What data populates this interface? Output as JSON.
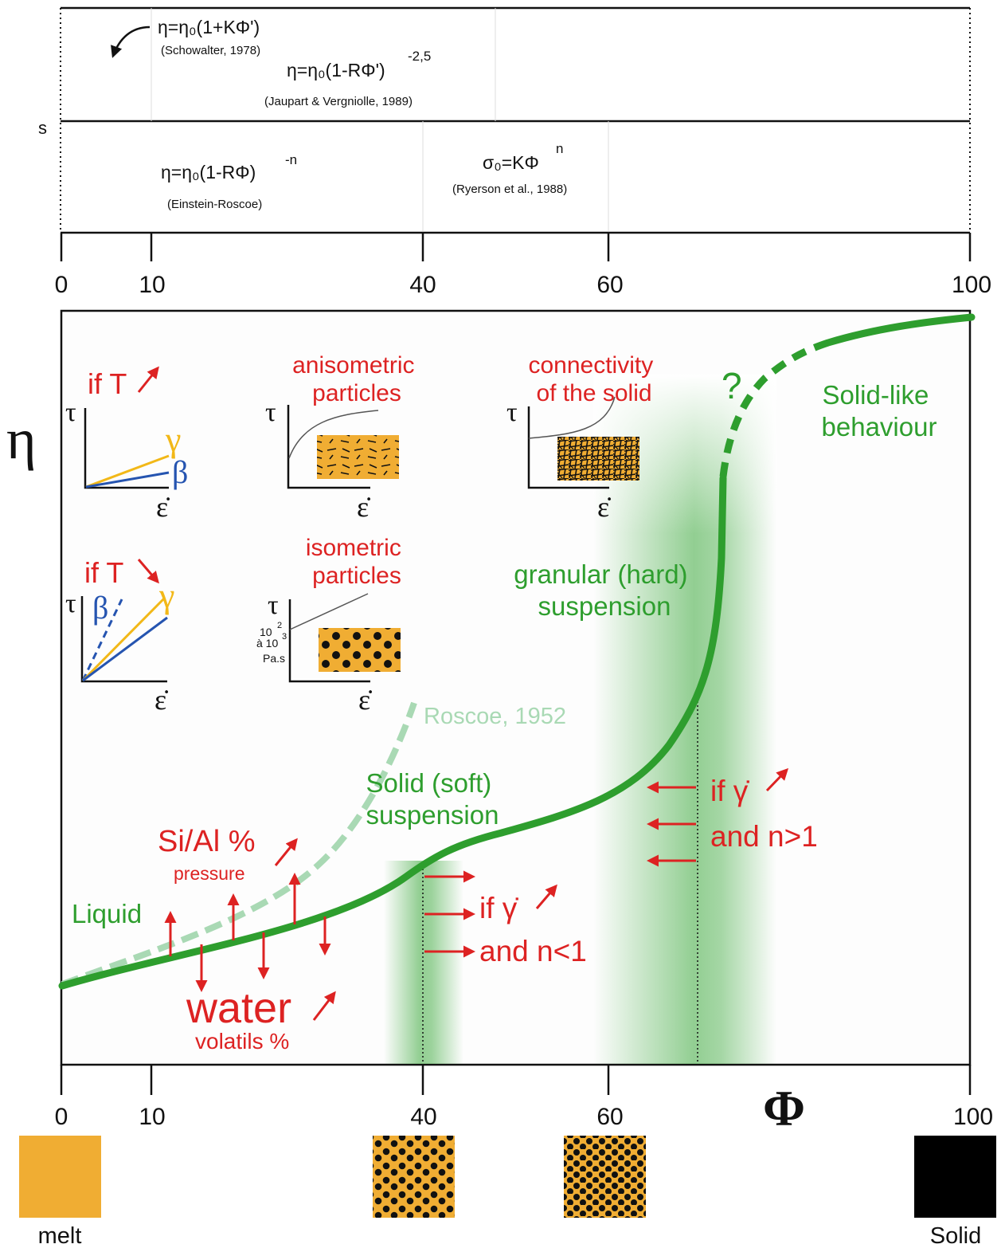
{
  "top_panel": {
    "left_edge_label": "s",
    "eq_schowalter": "η=η₀(1+KΦ')",
    "ref_schowalter": "(Schowalter, 1978)",
    "eq_jaupart": "η=η₀(1-RΦ')",
    "eq_jaupart_exp": "-2,5",
    "ref_jaupart": "(Jaupart & Vergniolle, 1989)",
    "eq_einstein": "η=η₀(1-RΦ)",
    "eq_einstein_exp": "-n",
    "ref_einstein": "(Einstein-Roscoe)",
    "eq_ryerson": "σ₀=KΦ",
    "eq_ryerson_exp": "n",
    "ref_ryerson": "(Ryerson et al., 1988)",
    "ticks": [
      "0",
      "10",
      "40",
      "60",
      "100"
    ]
  },
  "main": {
    "y_axis_symbol": "η",
    "x_axis_symbol": "Φ",
    "x_ticks": [
      "0",
      "10",
      "40",
      "60",
      "100"
    ],
    "question_mark": "?",
    "solid_like": [
      "Solid-like",
      "behaviour"
    ],
    "granular": [
      "granular (hard)",
      "suspension"
    ],
    "solid_soft": [
      "Solid (soft)",
      "suspension"
    ],
    "liquid": "Liquid",
    "roscoe": "Roscoe, 1952",
    "si_al": "Si/Al %",
    "pressure": "pressure",
    "water": "water",
    "volatils": "volatils %",
    "if_gamma_low": [
      "if γ̇",
      "and n<1"
    ],
    "if_gamma_high": [
      "if γ̇",
      "and n>1"
    ]
  },
  "insets": {
    "if_t_up": "if T",
    "if_t_down": "if T",
    "gamma": "γ",
    "beta": "β",
    "tau": "τ",
    "epsdot": "ε̇",
    "aniso": [
      "anisometric",
      "particles"
    ],
    "connect": [
      "connectivity",
      "of the solid"
    ],
    "iso": [
      "isometric",
      "particles"
    ],
    "iso_yield": [
      "10",
      "2",
      "à 10",
      "3",
      "Pa.s"
    ]
  },
  "swatches": {
    "melt": "melt",
    "solid": "Solid"
  },
  "colors": {
    "green": "#2e9e2e",
    "red": "#dd2222",
    "orange": "#f0ad33",
    "yellow": "#f2b818",
    "blue": "#2554b0",
    "light_green": "#a9d9b4"
  }
}
